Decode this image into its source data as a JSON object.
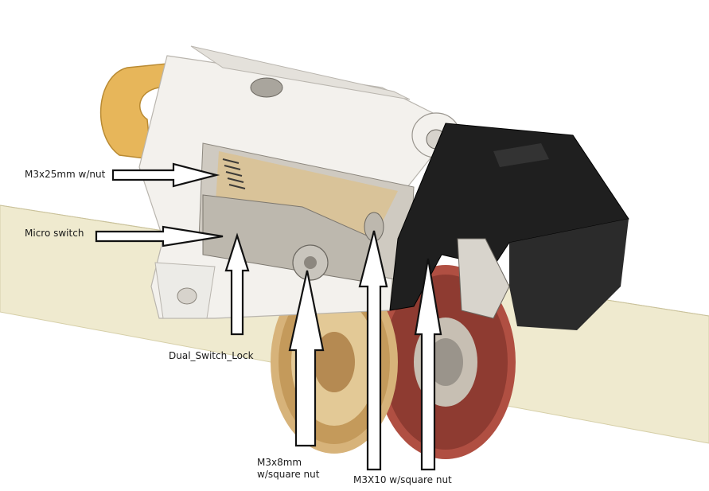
{
  "annotations": {
    "m3x25": "M3x25mm w/nut",
    "micro_switch": "Micro switch",
    "dual_switch_lock": "Dual_Switch_Lock",
    "m3x8": "M3x8mm w/square nut",
    "m3x10": "M3X10 w/square nut"
  },
  "colors": {
    "rod": "#efeacf",
    "body": "#f2f0ec",
    "black_part": "#1f1f1f",
    "orange_part": "#e8b85a",
    "brass_gear": "#c9a66b",
    "red_gear": "#9a4a3e",
    "arrow_outline": "#111111"
  }
}
